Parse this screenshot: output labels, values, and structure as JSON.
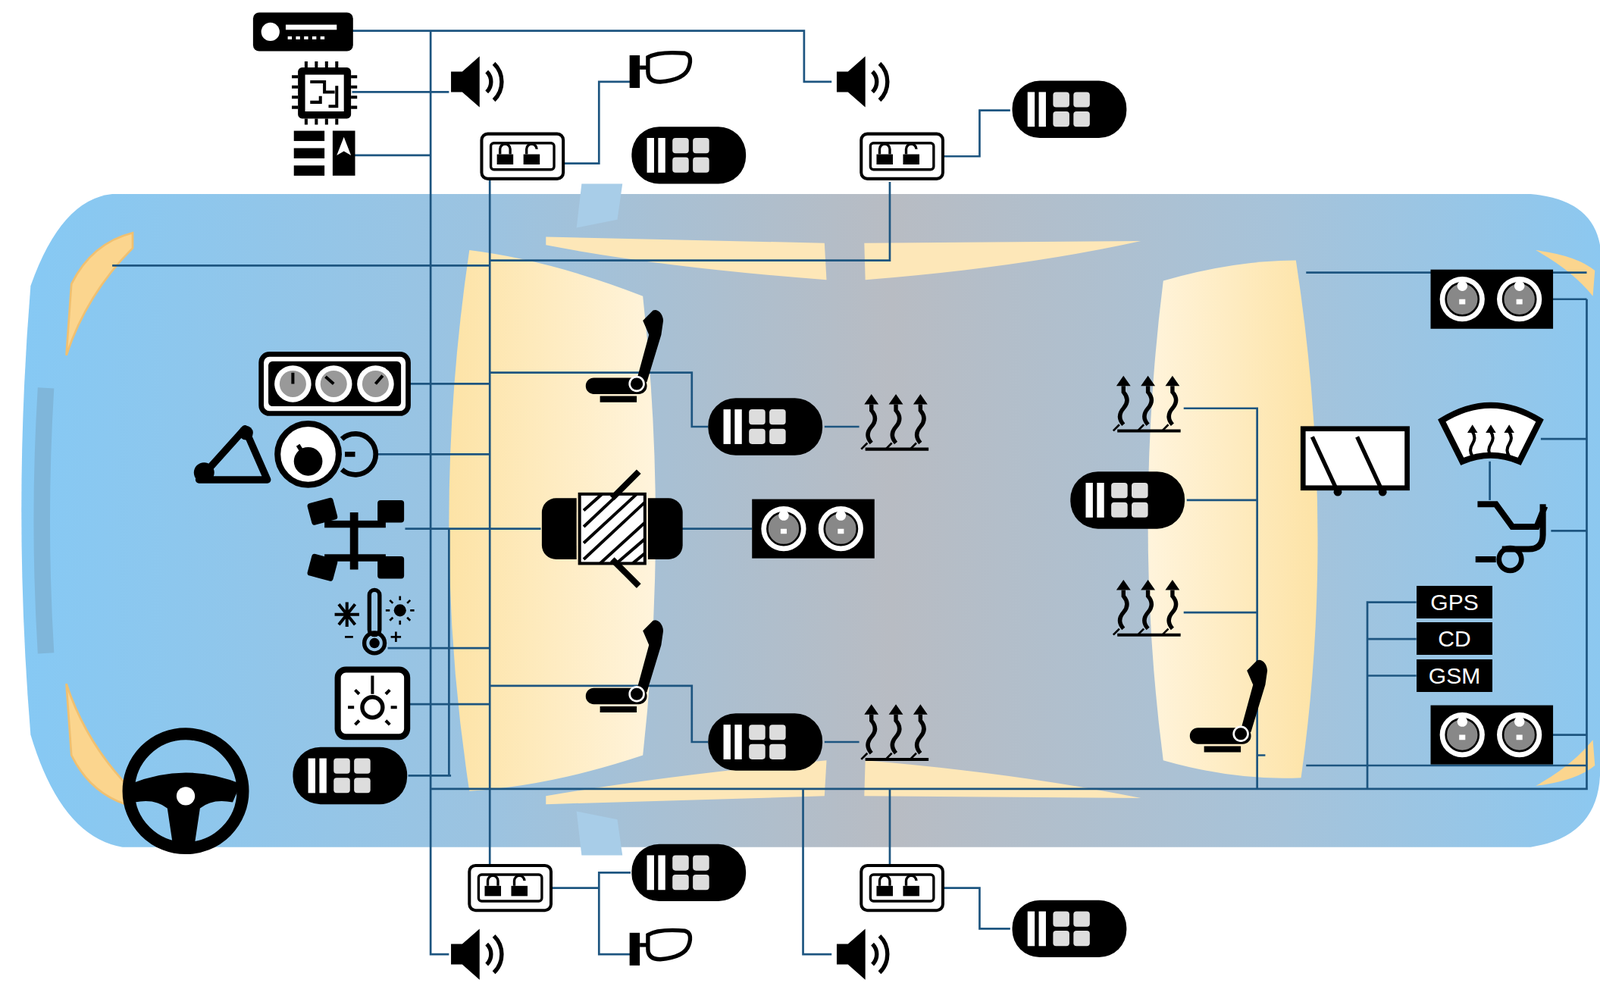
{
  "diagram": {
    "nodes": [
      {
        "text": [
          "GPS"
        ]
      },
      {
        "text": [
          "CD"
        ]
      },
      {
        "text": [
          "GSM"
        ]
      }
    ]
  }
}
